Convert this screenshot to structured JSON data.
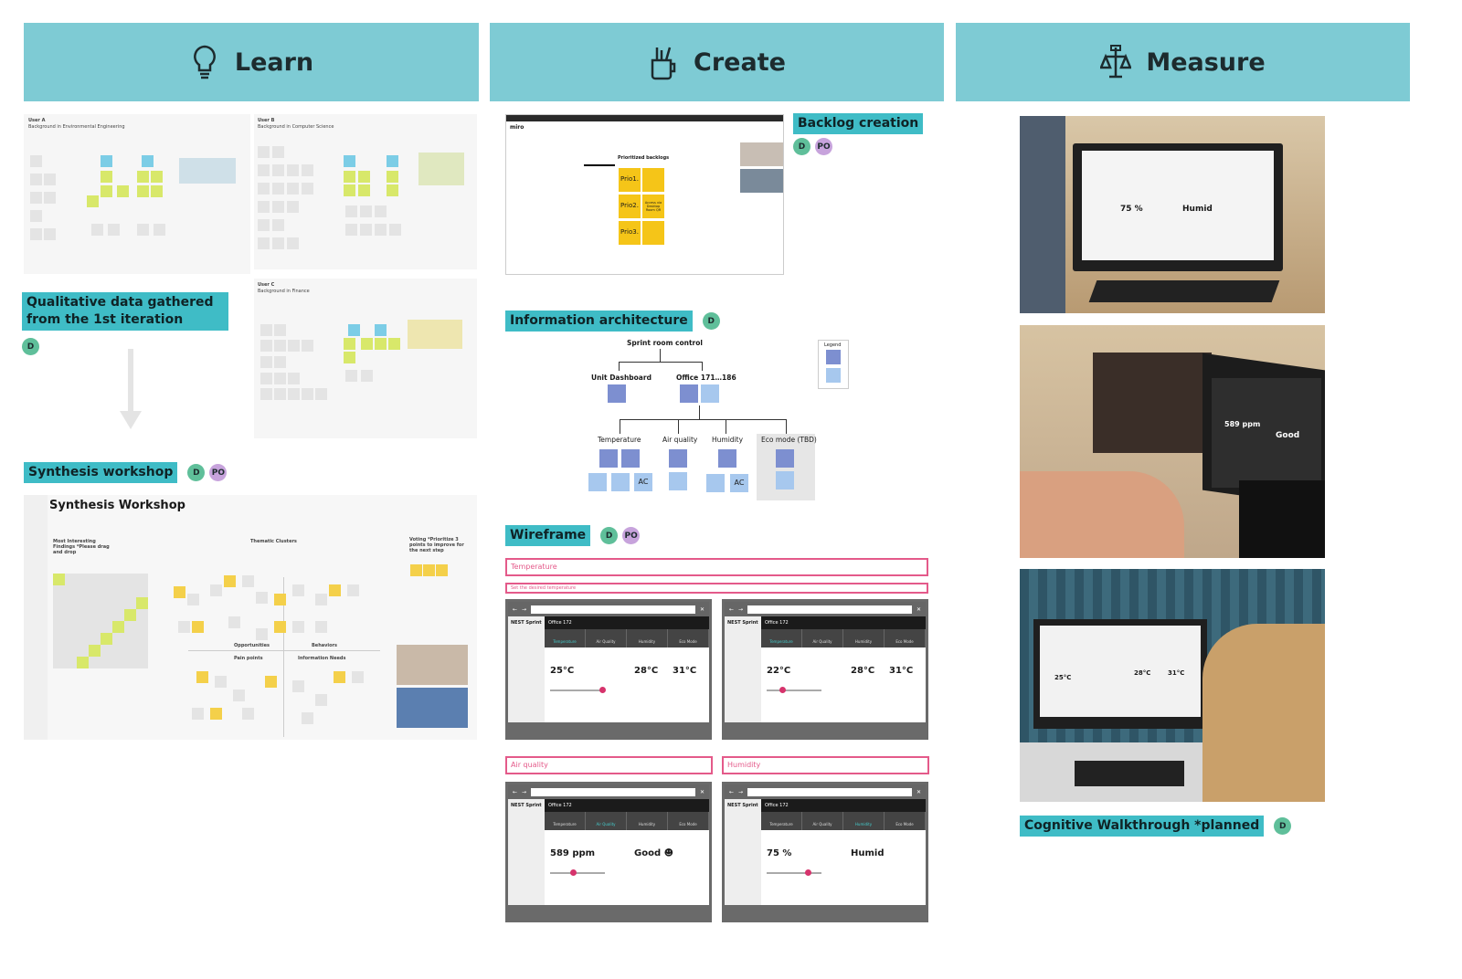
{
  "columns": {
    "learn": {
      "title": "Learn",
      "icon": "lightbulb-icon"
    },
    "create": {
      "title": "Create",
      "icon": "pencil-cup-icon"
    },
    "measure": {
      "title": "Measure",
      "icon": "balance-scale-icon"
    }
  },
  "learn": {
    "boards": [
      {
        "user": "User A",
        "background": "Background in Environmental Engineering"
      },
      {
        "user": "User B",
        "background": "Background in Computer Science"
      },
      {
        "user": "User C",
        "background": "Background in Finance"
      }
    ],
    "qualitative_label": "Qualitative data gathered from the 1st iteration",
    "qualitative_avatars": [
      "D"
    ],
    "synthesis_label": "Synthesis workshop",
    "synthesis_avatars": [
      "D",
      "PO"
    ],
    "synthesis_board": {
      "title": "Synthesis Workshop",
      "sections": [
        "Most Interesting Findings *Please drag and drop",
        "Thematic Clusters",
        "Voting *Prioritize 3 points to improve for the next step"
      ],
      "quadrants": [
        "Opportunities",
        "Behaviors",
        "Pain points",
        "Information Needs"
      ]
    }
  },
  "create": {
    "backlog_label": "Backlog creation",
    "backlog_avatars": [
      "D",
      "PO"
    ],
    "miro": {
      "logo": "miro",
      "heading": "Prioritized backlogs",
      "prios": [
        "Prio1.",
        "Prio2.",
        "Prio3."
      ],
      "prio2_note": "Access via Desktop Room QR"
    },
    "ia_label": "Information architecture",
    "ia_avatars": [
      "D"
    ],
    "ia": {
      "root": "Sprint room control",
      "level1": [
        "Unit Dashboard",
        "Office 171…186"
      ],
      "level2": [
        "Temperature",
        "Air quality",
        "Humidity",
        "Eco mode (TBD)"
      ],
      "ac": "AC",
      "legend": "Legend"
    },
    "wireframe_label": "Wireframe",
    "wireframe_avatars": [
      "D",
      "PO"
    ],
    "sections": {
      "temperature": "Temperature",
      "temperature_sub": "Set the desired temperature",
      "air": "Air quality",
      "humidity": "Humidity"
    },
    "wireframes": [
      {
        "app": "NEST Sprint",
        "office": "Office 172",
        "tabs": [
          "Temperature",
          "Air Quality",
          "Humidity",
          "Eco Mode"
        ],
        "active": 0,
        "values": [
          "25°C",
          "28°C",
          "31°C"
        ]
      },
      {
        "app": "NEST Sprint",
        "office": "Office 172",
        "tabs": [
          "Temperature",
          "Air Quality",
          "Humidity",
          "Eco Mode"
        ],
        "active": 0,
        "values": [
          "22°C",
          "28°C",
          "31°C"
        ]
      },
      {
        "app": "NEST Sprint",
        "office": "Office 172",
        "tabs": [
          "Temperature",
          "Air Quality",
          "Humidity",
          "Eco Mode"
        ],
        "active": 1,
        "values": [
          "589 ppm",
          "Good ☻"
        ]
      },
      {
        "app": "NEST Sprint",
        "office": "Office 172",
        "tabs": [
          "Temperature",
          "Air Quality",
          "Humidity",
          "Eco Mode"
        ],
        "active": 2,
        "values": [
          "75 %",
          "Humid"
        ]
      }
    ]
  },
  "measure": {
    "photos": [
      {
        "screen_values": [
          "75 %",
          "Humid"
        ]
      },
      {
        "screen_values": [
          "589 ppm",
          "Good"
        ]
      },
      {
        "screen_values": [
          "25°C",
          "28°C",
          "31°C"
        ]
      }
    ],
    "label": "Cognitive Walkthrough *planned",
    "avatars": [
      "D"
    ]
  },
  "colors": {
    "header": "#7ecbd4",
    "label": "#3fbcc6",
    "designer": "#5fbf9a",
    "product_owner": "#c7a3dc",
    "wireframe_accent": "#e45a8a"
  }
}
